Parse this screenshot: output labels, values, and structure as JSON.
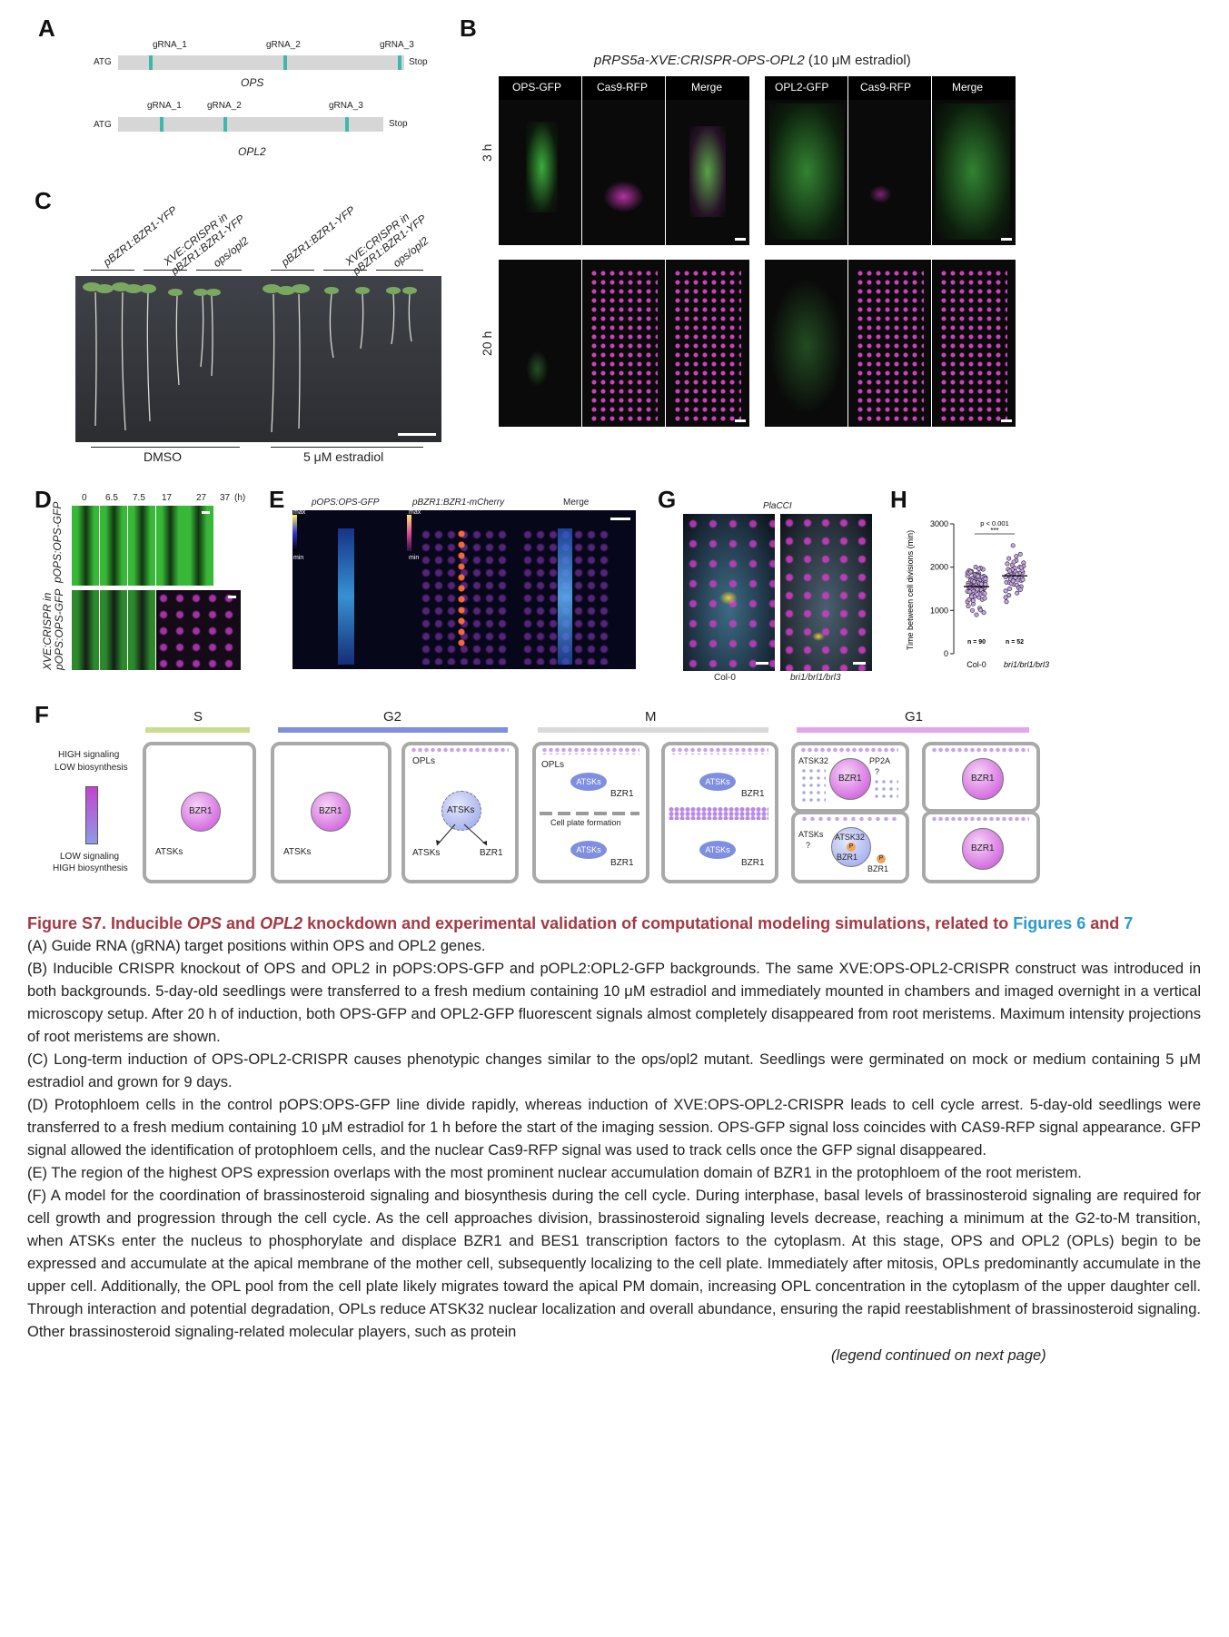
{
  "panels": {
    "a": {
      "label": "A",
      "ops": {
        "gene": "OPS",
        "atg": "ATG",
        "stop": "Stop",
        "grnas": [
          "gRNA_1",
          "gRNA_2",
          "gRNA_3"
        ]
      },
      "opl2": {
        "gene": "OPL2",
        "atg": "ATG",
        "stop": "Stop",
        "grnas": [
          "gRNA_1",
          "gRNA_2",
          "gRNA_3"
        ]
      }
    },
    "b": {
      "label": "B",
      "title_main": "pRPS5a-XVE:CRISPR-OPS-OPL2",
      "title_suffix": " (10 μM estradiol)",
      "cols_left": [
        "OPS-GFP",
        "Cas9-RFP",
        "Merge"
      ],
      "cols_right": [
        "OPL2-GFP",
        "Cas9-RFP",
        "Merge"
      ],
      "rows": [
        "3 h",
        "20 h"
      ]
    },
    "c": {
      "label": "C",
      "genotypes": [
        "pBZR1:BZR1-YFP",
        "XVE:CRISPR in pBZR1:BZR1-YFP",
        "ops/opl2",
        "pBZR1:BZR1-YFP",
        "XVE:CRISPR in pBZR1:BZR1-YFP",
        "ops/opl2"
      ],
      "treatments": [
        "DMSO",
        "5 μM estradiol"
      ]
    },
    "d": {
      "label": "D",
      "times": [
        "0",
        "6.5",
        "7.5",
        "17",
        "27",
        "37"
      ],
      "unit": "(h)",
      "row_labels": [
        "pOPS:OPS-GFP",
        "XVE:CRISPR in pOPS:OPS-GFP"
      ]
    },
    "e": {
      "label": "E",
      "cols": [
        "pOPS:OPS-GFP",
        "pBZR1:BZR1-mCherry",
        "Merge"
      ],
      "max": "max",
      "min": "min"
    },
    "g": {
      "label": "G",
      "title": "PlaCCI",
      "genotypes": [
        "Col-0",
        "bri1/brl1/brl3"
      ]
    },
    "h": {
      "label": "H",
      "pvalue": "p < 0.001",
      "stars": "***",
      "n1": "n = 90",
      "n2": "n = 52"
    },
    "f": {
      "label": "F",
      "phases": [
        "S",
        "G2",
        "M",
        "G1"
      ],
      "legend_high": "HIGH signaling",
      "legend_high2": "LOW biosynthesis",
      "legend_low": "LOW signaling",
      "legend_low2": "HIGH biosynthesis",
      "bzr1": "BZR1",
      "atsks": "ATSKs",
      "opls": "OPLs",
      "atsk32": "ATSK32",
      "pp2a": "PP2A",
      "q": "?",
      "p": "P",
      "cell_plate": "Cell plate formation",
      "colors": {
        "s": "#c8de8e",
        "g2": "#7f8fe0",
        "m": "#d9d9d9",
        "g1": "#e2a6f0"
      }
    }
  },
  "chart_data": {
    "type": "scatter",
    "ylabel": "Time between cell divisions (min)",
    "categories": [
      "Col-0",
      "bri1/brl1/brl3"
    ],
    "ylim": [
      0,
      3000
    ],
    "yticks": [
      0,
      1000,
      2000,
      3000
    ],
    "means": [
      1550,
      1800
    ],
    "series": [
      {
        "values": [
          1200,
          1300,
          1350,
          1400,
          1420,
          1450,
          1480,
          1500,
          1500,
          1520,
          1540,
          1550,
          1560,
          1580,
          1600,
          1620,
          1640,
          1650,
          1680,
          1700,
          1720,
          1750,
          1780,
          1800,
          1850,
          1900,
          1950,
          2000,
          1100,
          1050,
          1000,
          950,
          900,
          1250,
          1380,
          1460,
          1530,
          1570,
          1610,
          1660,
          1710,
          1760,
          1820,
          1880,
          1250,
          1330,
          1440,
          1490,
          1510,
          1560,
          1590,
          1630,
          1690,
          1740,
          1790,
          1840,
          1920,
          1980,
          1150,
          1280,
          1370,
          1430,
          1470,
          1550,
          1600,
          1650,
          1700,
          1770,
          1830,
          1870,
          1960,
          1320,
          1410,
          1520,
          1580,
          1620,
          1680,
          1720,
          1810,
          1860,
          1010,
          1230,
          1390,
          1490,
          1540,
          1610,
          1660,
          1730,
          1790,
          1890
        ]
      },
      {
        "values": [
          1300,
          1400,
          1500,
          1550,
          1600,
          1650,
          1700,
          1720,
          1750,
          1780,
          1800,
          1820,
          1850,
          1880,
          1900,
          1950,
          2000,
          2050,
          2100,
          2150,
          2200,
          2300,
          2500,
          1450,
          1580,
          1640,
          1690,
          1740,
          1790,
          1830,
          1870,
          1920,
          1980,
          2080,
          1520,
          1620,
          1710,
          1760,
          1810,
          1860,
          1940,
          2020,
          2250,
          1350,
          1480,
          1680,
          1770,
          1840,
          1910,
          1990,
          2120,
          1200
        ]
      }
    ]
  },
  "caption": {
    "title_a": "Figure S7. Inducible ",
    "title_b": "OPS",
    "title_c": " and ",
    "title_d": "OPL2",
    "title_e": " knockdown and experimental validation of computational modeling simulations, related to ",
    "title_f": "Figures 6",
    "title_g": " and ",
    "title_h": "7",
    "A": "(A) Guide RNA (gRNA) target positions within OPS and OPL2 genes.",
    "B": "(B) Inducible CRISPR knockout of OPS and OPL2 in pOPS:OPS-GFP and pOPL2:OPL2-GFP backgrounds. The same XVE:OPS-OPL2-CRISPR construct was introduced in both backgrounds. 5-day-old seedlings were transferred to a fresh medium containing 10 μM estradiol and immediately mounted in chambers and imaged overnight in a vertical microscopy setup. After 20 h of induction, both OPS-GFP and OPL2-GFP fluorescent signals almost completely disappeared from root meristems. Maximum intensity projections of root meristems are shown.",
    "C": "(C) Long-term induction of OPS-OPL2-CRISPR causes phenotypic changes similar to the ops/opl2 mutant. Seedlings were germinated on mock or medium containing 5 μM estradiol and grown for 9 days.",
    "D": "(D) Protophloem cells in the control pOPS:OPS-GFP line divide rapidly, whereas induction of XVE:OPS-OPL2-CRISPR leads to cell cycle arrest. 5-day-old seedlings were transferred to a fresh medium containing 10 μM estradiol for 1 h before the start of the imaging session. OPS-GFP signal loss coincides with CAS9-RFP signal appearance. GFP signal allowed the identification of protophloem cells, and the nuclear Cas9-RFP signal was used to track cells once the GFP signal disappeared.",
    "E": "(E) The region of the highest OPS expression overlaps with the most prominent nuclear accumulation domain of BZR1 in the protophloem of the root meristem.",
    "F": "(F) A model for the coordination of brassinosteroid signaling and biosynthesis during the cell cycle. During interphase, basal levels of brassinosteroid signaling are required for cell growth and progression through the cell cycle. As the cell approaches division, brassinosteroid signaling levels decrease, reaching a minimum at the G2-to-M transition, when ATSKs enter the nucleus to phosphorylate and displace BZR1 and BES1 transcription factors to the cytoplasm. At this stage, OPS and OPL2 (OPLs) begin to be expressed and accumulate at the apical membrane of the mother cell, subsequently localizing to the cell plate. Immediately after mitosis, OPLs predominantly accumulate in the upper cell. Additionally, the OPL pool from the cell plate likely migrates toward the apical PM domain, increasing OPL concentration in the cytoplasm of the upper daughter cell. Through interaction and potential degradation, OPLs reduce ATSK32 nuclear localization and overall abundance, ensuring the rapid reestablishment of brassinosteroid signaling. Other brassinosteroid signaling-related molecular players, such as protein",
    "continued": "(legend continued on next page)"
  }
}
